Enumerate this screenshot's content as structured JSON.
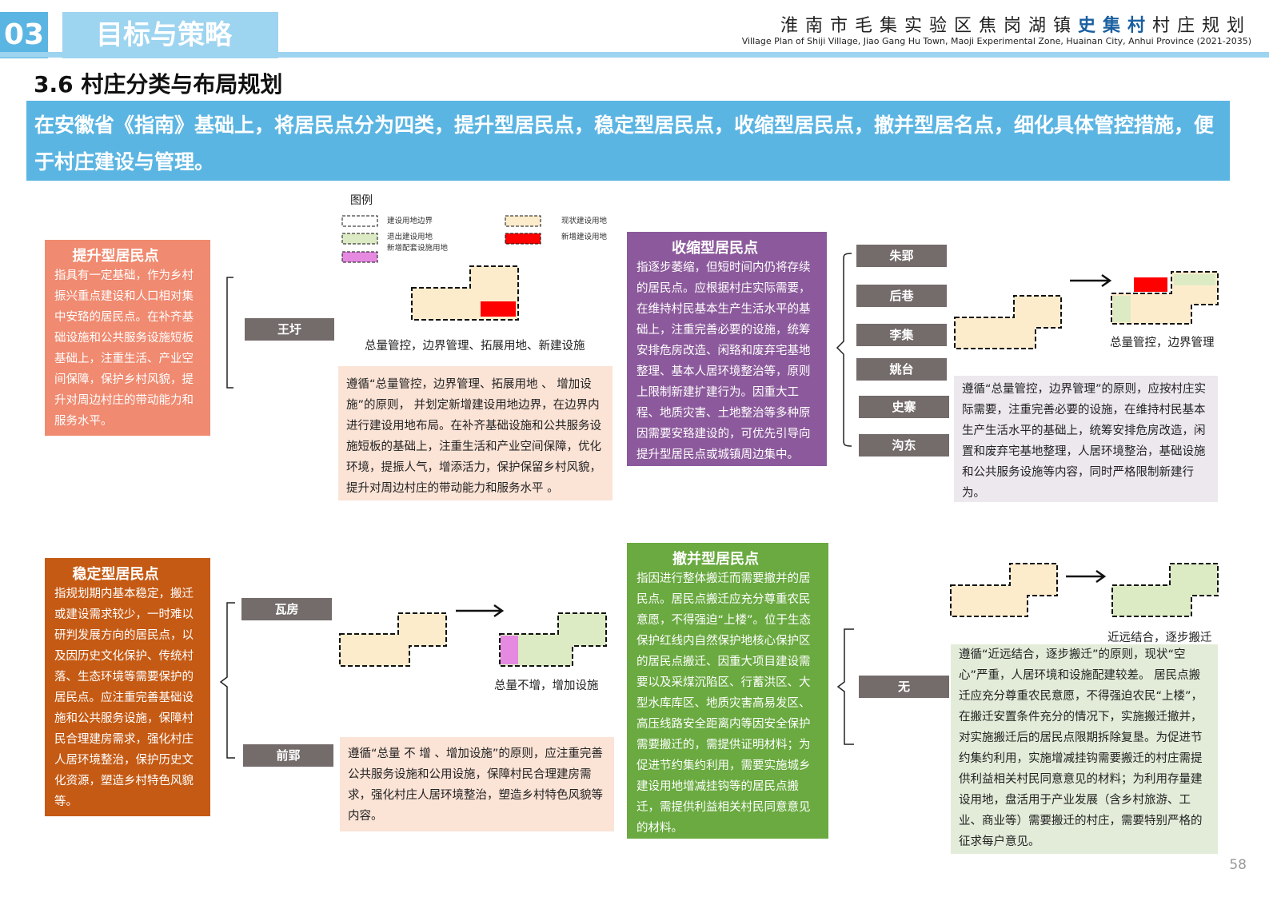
{
  "header": {
    "section_number": "03",
    "section_title": "目标与策略",
    "title_cn_pre": "淮南市毛集实验区焦岗湖镇",
    "title_cn_hl": "史集村",
    "title_cn_post": "村庄规划",
    "title_en": "Village Plan of Shiji Village, Jiao Gang Hu Town, Maoji Experimental Zone, Huainan City, Anhui Province (2021-2035)"
  },
  "heading": "3.6 村庄分类与布局规划",
  "banner": "在安徽省《指南》基础上，将居民点分为四类，提升型居民点，稳定型居民点，收缩型居民点，撤并型居名点，细化具体管控措施，便于村庄建设与管理。",
  "legend": {
    "title": "图例",
    "items": [
      "建设用地边界",
      "退出建设用地",
      "新增配套设施用地",
      "现状建设用地",
      "新增建设用地"
    ]
  },
  "colors": {
    "upgrade": "#f08a70",
    "stable": "#c55a14",
    "shrink": "#8c5a9c",
    "merge": "#6aaa40",
    "banner": "#5bb5e3"
  },
  "upgrade": {
    "title": "提升型居民点",
    "desc": "指具有一定基础，作为乡村振兴重点建设和人口相对集中安臵的居民点。在补齐基础设施和公共服务设施短板基础上，注重生活、产业空间保障，保护乡村风貌，提升对周边村庄的带动能力和服务水平。",
    "villages": [
      "王圩"
    ],
    "caption": "总量管控，边界管理、拓展用地、新建设施",
    "strategy": "遵循“总量管控，边界管理、拓展用地 、 增加设施”的原则，  并划定新增建设用地边界，在边界内进行建设用地布局。在补齐基础设施和公共服务设施短板的基础上，注重生活和产业空间保障，优化环境，提振人气，增添活力，保护保留乡村风貌，提升对周边村庄的带动能力和服务水平 。"
  },
  "shrink": {
    "title": "收缩型居民点",
    "desc": "指逐步萎缩，但短时间内仍将存续的居民点。应根据村庄实际需要，在维持村民基本生产生活水平的基础上，注重完善必要的设施，统筹安排危房改造、闲臵和废弃宅基地整理、基本人居环境整治等，原则上限制新建扩建行为。因重大工程、地质灾害、土地整治等多种原因需要安臵建设的，可优先引导向提升型居民点或城镇周边集中。",
    "villages": [
      "朱郢",
      "后巷",
      "李集",
      "姚台",
      "史寨",
      "沟东"
    ],
    "caption": "总量管控，边界管理",
    "strategy": "遵循“总量管控，边界管理”的原则，应按村庄实际需要，注重完善必要的设施，在维持村民基本生产生活水平的基础上，统筹安排危房改造，闲置和废弃宅基地整理，人居环境整治，基础设施和公共服务设施等内容，同时严格限制新建行为。"
  },
  "stable": {
    "title": "稳定型居民点",
    "desc": "指规划期内基本稳定，搬迁或建设需求较少，一时难以研判发展方向的居民点，以及因历史文化保护、传统村落、生态环境等需要保护的居民点。应注重完善基础设施和公共服务设施，保障村民合理建房需求，强化村庄人居环境整治，保护历史文化资源，塑造乡村特色风貌等。",
    "villages": [
      "瓦房",
      "前郢"
    ],
    "caption": "总量不增，增加设施",
    "strategy": "遵循“总量 不 增 、增加设施”的原则，应注重完善公共服务设施和公用设施，保障村民合理建房需求，强化村庄人居环境整治，塑造乡村特色风貌等内容。"
  },
  "merge": {
    "title": "撤并型居民点",
    "desc": "指因进行整体搬迁而需要撤并的居民点。居民点搬迁应充分尊重农民意愿，不得强迫“上楼”。位于生态保护红线内自然保护地核心保护区的居民点搬迁、因重大项目建设需要以及采煤沉陷区、行蓄洪区、大型水库库区、地质灾害高易发区、高压线路安全距离内等因安全保护需要搬迁的，需提供证明材料；为促进节约集约利用，需要实施城乡建设用地增减挂钩等的居民点搬迁，需提供利益相关村民同意意见的材料。",
    "villages": [
      "无"
    ],
    "caption": "近远结合，逐步搬迁",
    "strategy": "遵循“近远结合，逐步搬迁”的原则，现状“空心”严重，人居环境和设施配建较差。 居民点搬迁应充分尊重农民意愿，不得强迫农民“上楼”，在搬迁安置条件充分的情况下，实施搬迁撤并，对实施搬迁后的居民点限期拆除复垦。为促进节约集约利用，实施增减挂钩需要搬迁的村庄需提供利益相关村民同意意见的材料；为利用存量建设用地，盘活用于产业发展（含乡村旅游、工业、商业等）需要搬迁的村庄，需要特别严格的征求每户意见。"
  },
  "page_number": "58"
}
